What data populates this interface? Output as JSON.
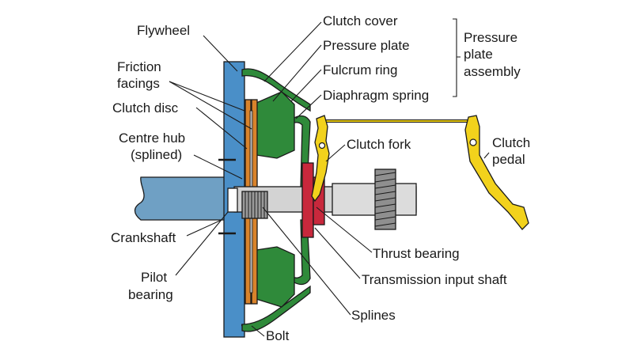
{
  "labels": {
    "flywheel": "Flywheel",
    "clutch_cover": "Clutch cover",
    "pressure_plate": "Pressure plate",
    "fulcrum_ring": "Fulcrum ring",
    "diaphragm_spring": "Diaphragm spring",
    "pressure_plate_assembly": [
      "Pressure",
      "plate",
      "assembly"
    ],
    "friction_facings": [
      "Friction",
      "facings"
    ],
    "clutch_disc": "Clutch disc",
    "centre_hub": [
      "Centre hub",
      "(splined)"
    ],
    "clutch_fork": "Clutch fork",
    "clutch_pedal": [
      "Clutch",
      "pedal"
    ],
    "crankshaft": "Crankshaft",
    "thrust_bearing": "Thrust bearing",
    "transmission_input_shaft": "Transmission input shaft",
    "pilot_bearing": [
      "Pilot",
      "bearing"
    ],
    "splines": "Splines",
    "bolt": "Bolt"
  },
  "colors": {
    "flywheel_blue": "#4a8fc8",
    "shaft_blue": "#6fa0c4",
    "pressure_green": "#2f8a3a",
    "friction_orange": "#d9832b",
    "thrust_red": "#c8283c",
    "fork_yellow": "#f2d21c",
    "gear_grey": "#8f8f8f",
    "input_shaft_grey": "#d3d3d3"
  }
}
